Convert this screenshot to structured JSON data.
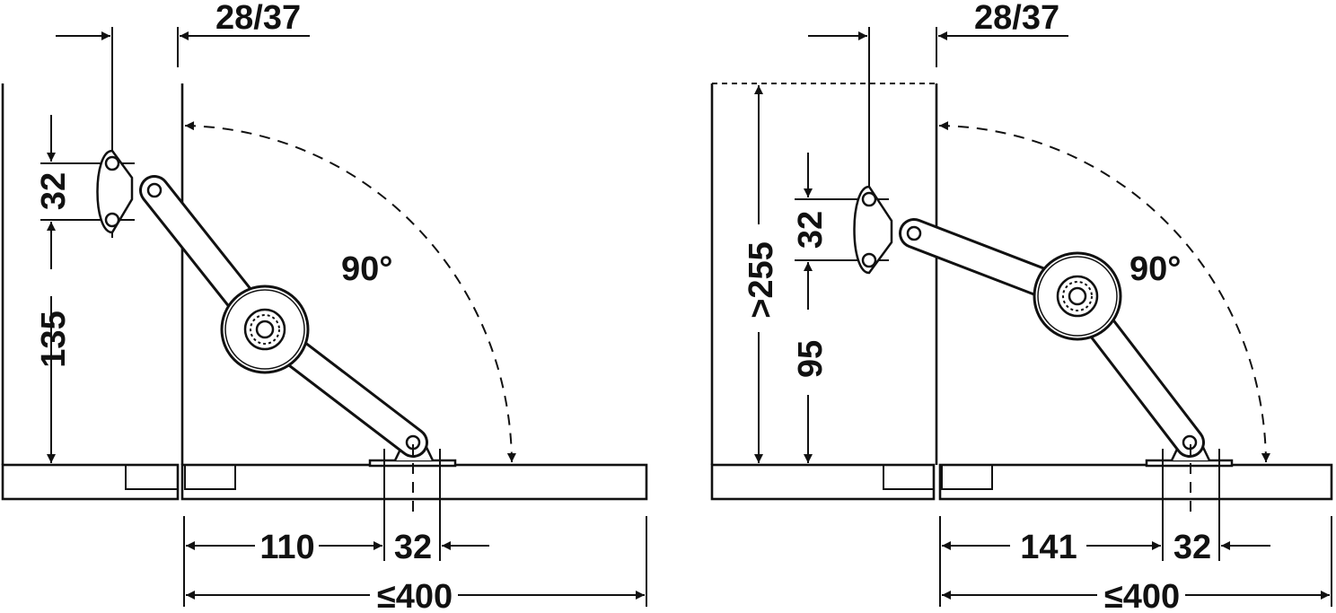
{
  "left": {
    "offset": "28/37",
    "hole_spacing": "32",
    "height": "135",
    "angle": "90°",
    "dist": "110",
    "base_spacing": "32",
    "max_depth": "≤400"
  },
  "right": {
    "offset": "28/37",
    "hole_spacing": "32",
    "height": "95",
    "min_height": ">255",
    "angle": "90°",
    "dist": "141",
    "base_spacing": "32",
    "max_depth": "≤400"
  }
}
